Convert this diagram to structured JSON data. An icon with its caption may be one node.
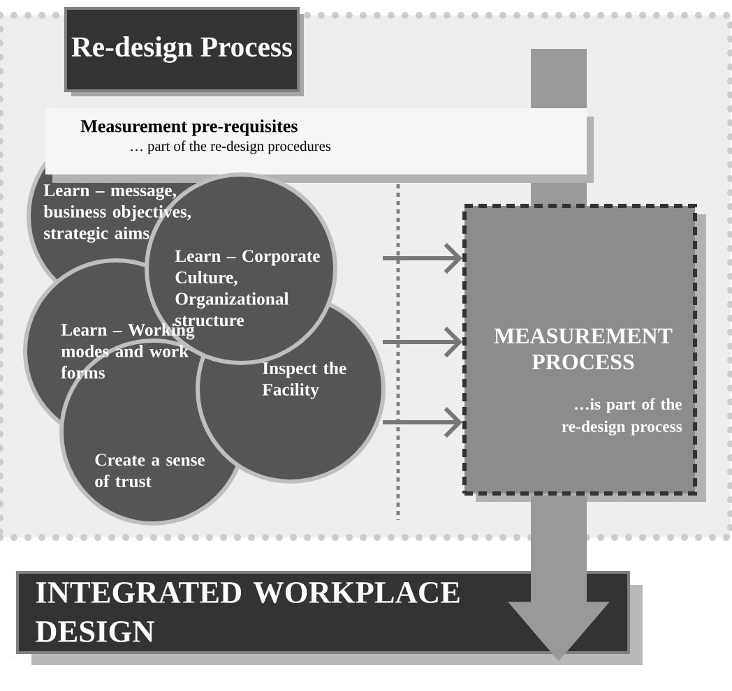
{
  "diagram": {
    "nodes": [
      {
        "text": [
          "Re-design Process"
        ]
      },
      {
        "text": [
          "Measurement pre-requisites",
          "… part of the re-design procedures"
        ],
        "in": 0
      },
      {
        "text": [
          "Learn – message, business objectives, strategic aims"
        ],
        "in": 0
      },
      {
        "text": [
          "Learn – Corporate Culture, Organizational structure"
        ],
        "in": 0
      },
      {
        "text": [
          "Learn – Working modes and work forms"
        ],
        "in": 0
      },
      {
        "text": [
          "Inspect the Facility"
        ],
        "in": 0
      },
      {
        "text": [
          "Create a sense of trust"
        ],
        "in": 0
      },
      {
        "text": [
          "MEASUREMENT PROCESS",
          "…is part of the re-design process"
        ],
        "in": 0
      },
      {
        "text": [
          "INTEGRATED WORKPLACE DESIGN"
        ]
      }
    ],
    "edges": [
      {
        "from": null,
        "to": 7,
        "arrow": "to"
      },
      {
        "from": null,
        "to": 7,
        "arrow": "to"
      },
      {
        "from": null,
        "to": 7,
        "arrow": "to"
      },
      {
        "from": 7,
        "to": 8,
        "arrow": "to",
        "style": "thick",
        "color": "#999999"
      }
    ]
  }
}
